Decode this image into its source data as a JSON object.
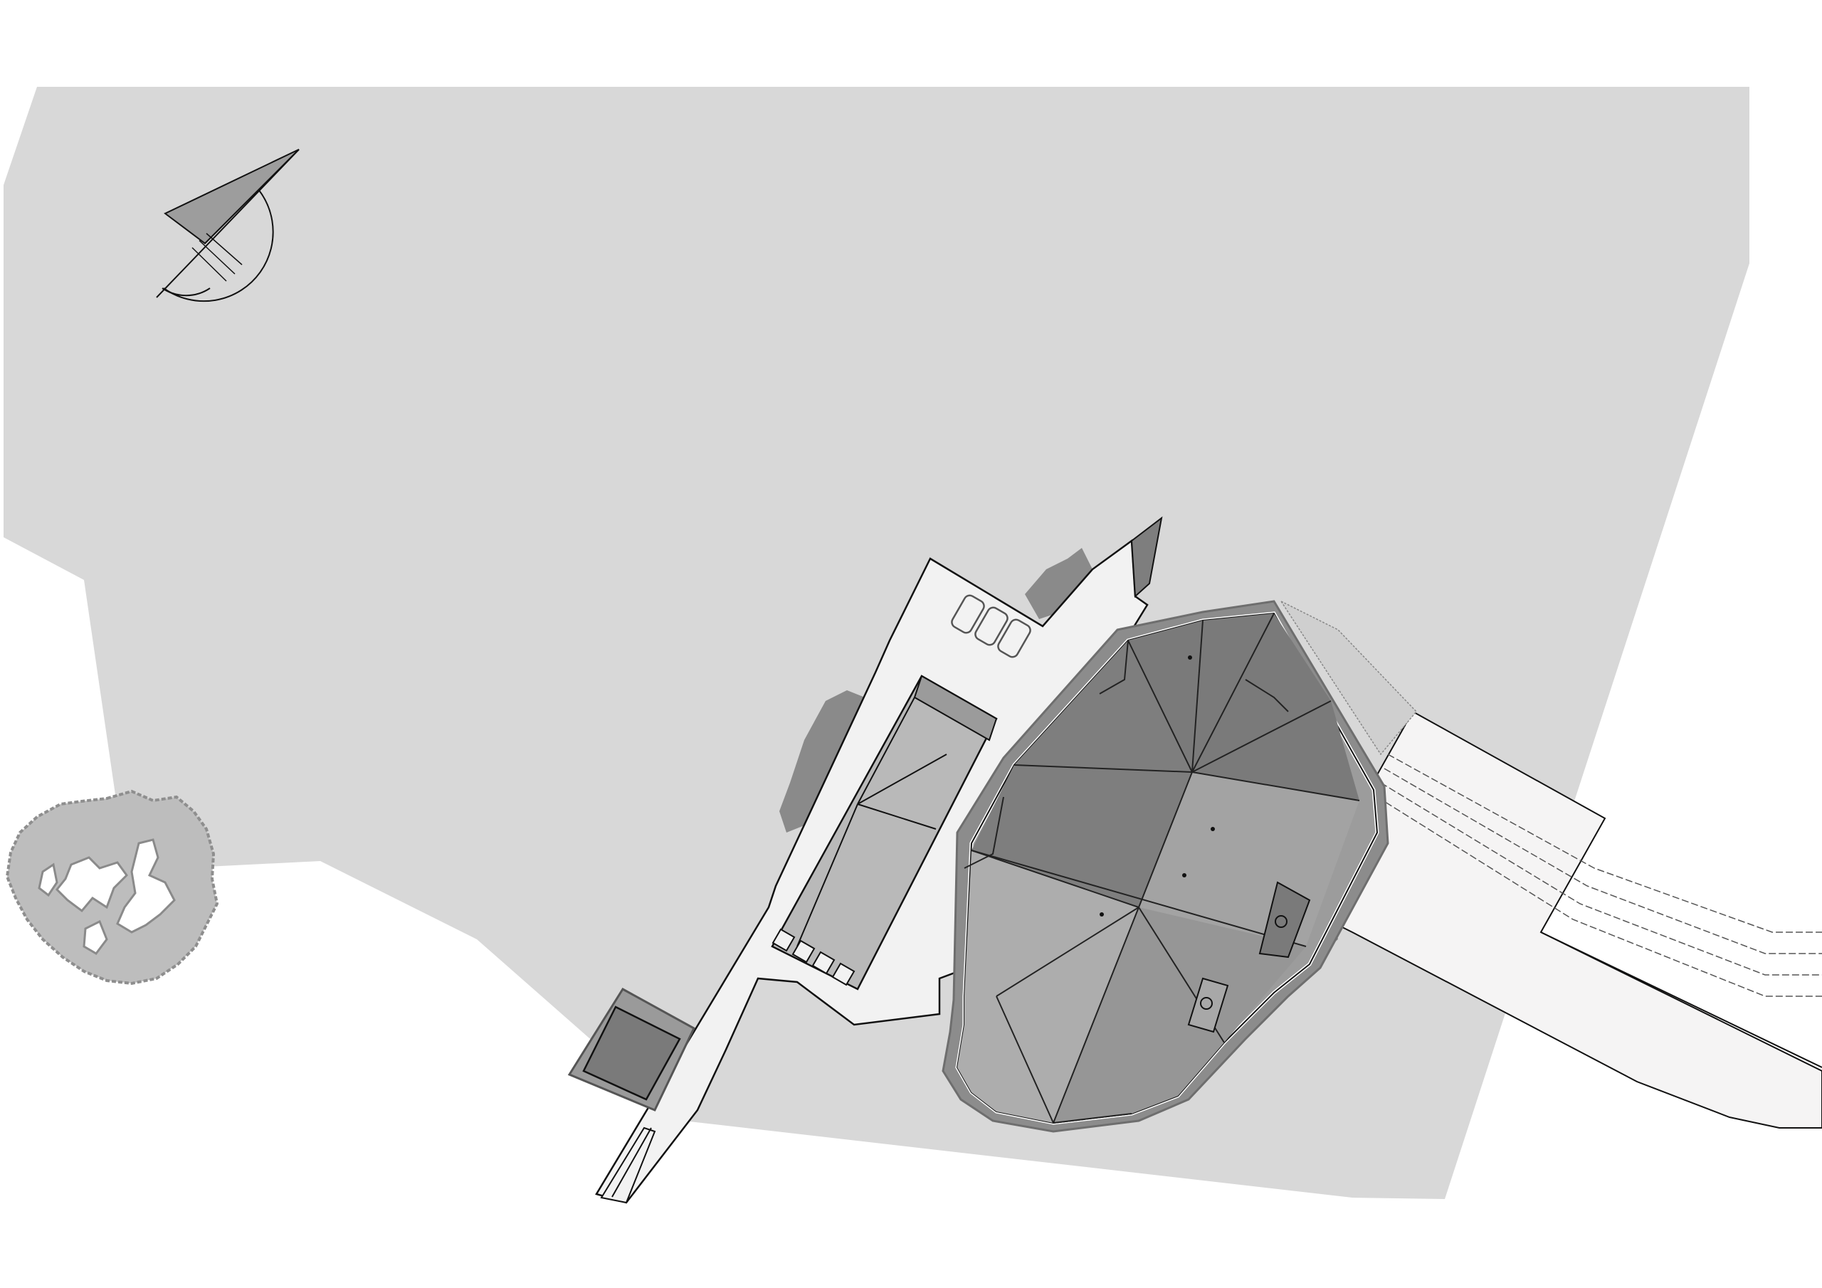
{
  "drawing": {
    "kind": "site-plan",
    "text_labels": [],
    "north_arrow": {
      "icon": "north-arrow-icon"
    },
    "colors": {
      "background": "#ffffff",
      "site": "#d8d8d8",
      "paving": "#f2f2f2",
      "road": "#f5f4f4",
      "roof_light": "#b9b9b9",
      "roof_mid": "#9b9b9b",
      "roof_dark": "#7a7a7a",
      "tree": "#bdbdbd",
      "shrub": "#8a8a8a",
      "line": "#111111"
    },
    "elements": [
      {
        "name": "site-boundary",
        "label": ""
      },
      {
        "name": "tree-canopy",
        "label": ""
      },
      {
        "name": "access-road",
        "label": ""
      },
      {
        "name": "chapel-building",
        "label": ""
      },
      {
        "name": "annex-building",
        "label": ""
      },
      {
        "name": "entrance-walkway",
        "label": ""
      },
      {
        "name": "parking-bays",
        "label": ""
      },
      {
        "name": "small-pavilion",
        "label": ""
      },
      {
        "name": "shrub-planting",
        "label": ""
      }
    ]
  }
}
